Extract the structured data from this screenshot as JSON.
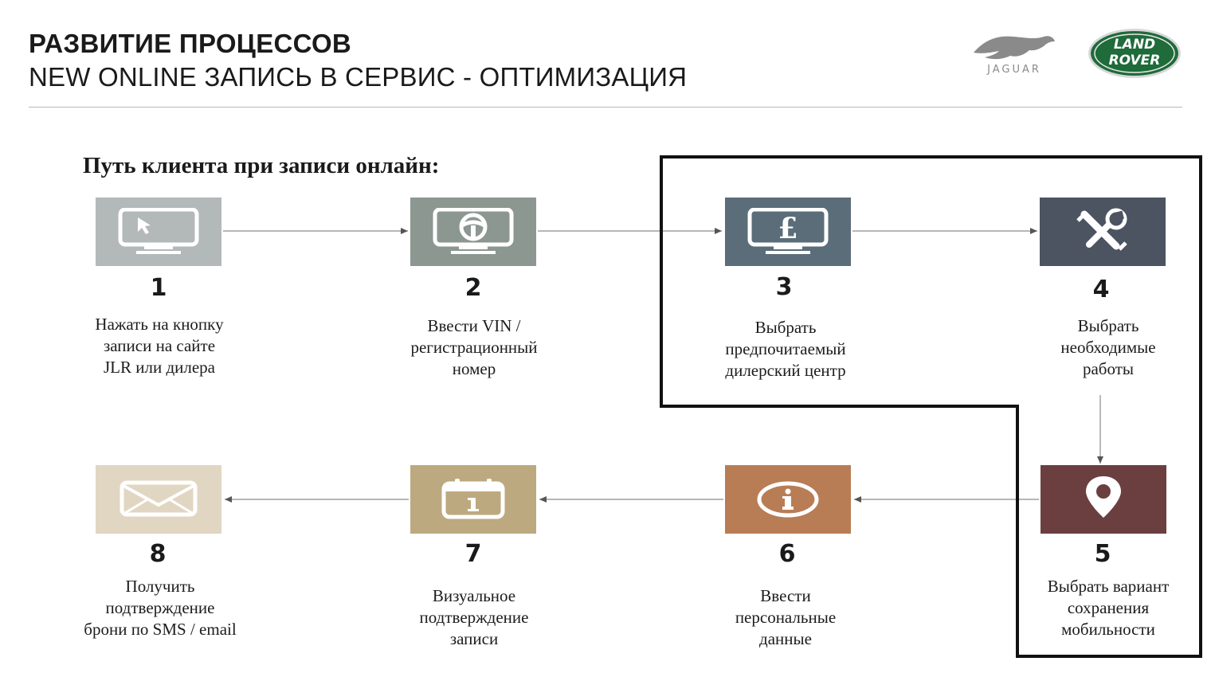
{
  "header": {
    "title": "РАЗВИТИЕ ПРОЦЕССОВ",
    "subtitle": "NEW ONLINE ЗАПИСЬ В СЕРВИС - ОПТИМИЗАЦИЯ"
  },
  "logos": {
    "jaguar": "JAGUAR",
    "landrover_line1": "LAND",
    "landrover_line2": "ROVER"
  },
  "journey_title": "Путь клиента при записи онлайн:",
  "steps": [
    {
      "num": "1",
      "text": "Нажать на кнопку\nзаписи на сайте\nJLR или дилера",
      "color": "#b3b8b8",
      "icon": "monitor-cursor-icon"
    },
    {
      "num": "2",
      "text": "Ввести VIN  /\nрегистрационный\nномер",
      "color": "#8c9792",
      "icon": "monitor-steering-wheel-icon"
    },
    {
      "num": "3",
      "text": "Выбрать\nпредпочитаемый\nдилерский центр",
      "color": "#5b6d78",
      "icon": "monitor-pound-icon"
    },
    {
      "num": "4",
      "text": "Выбрать\nнеобходимые\nработы",
      "color": "#4c5361",
      "icon": "tools-icon"
    },
    {
      "num": "5",
      "text": "Выбрать вариант\nсохранения\nмобильности",
      "color": "#6b3f40",
      "icon": "location-pin-icon"
    },
    {
      "num": "6",
      "text": "Ввести\nперсональные\nданные",
      "color": "#b87d55",
      "icon": "info-icon"
    },
    {
      "num": "7",
      "text": "Визуальное\nподтверждение\nзаписи",
      "color": "#bda97f",
      "icon": "calendar-icon"
    },
    {
      "num": "8",
      "text": "Получить\nподтверждение\nброни по SMS / email",
      "color": "#e1d6c2",
      "icon": "envelope-icon"
    }
  ]
}
